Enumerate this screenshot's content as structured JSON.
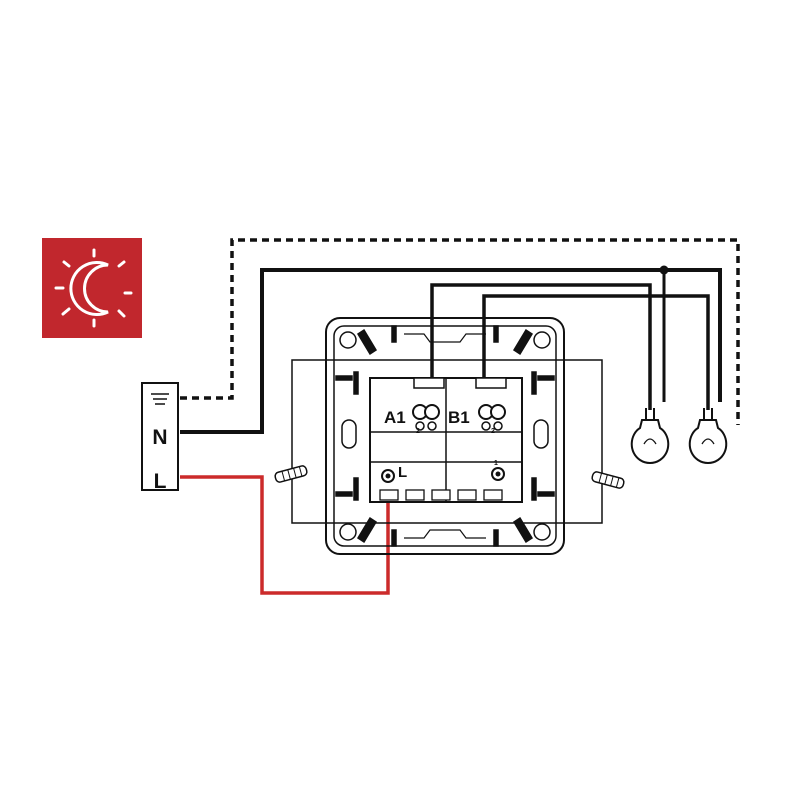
{
  "terminal_block": {
    "neutral": "N",
    "line": "L"
  },
  "switch_terminals": {
    "a1": "A1",
    "b1": "B1",
    "l": "L",
    "a1_sub": "2",
    "b1_sub": "2",
    "l_sub": "1"
  },
  "icon": {
    "name": "night-mode-icon",
    "background": "#c1272d"
  },
  "colors": {
    "line_wire": "#cc2b2b",
    "neutral_wire": "#111111",
    "dashed_wire": "#111111"
  }
}
